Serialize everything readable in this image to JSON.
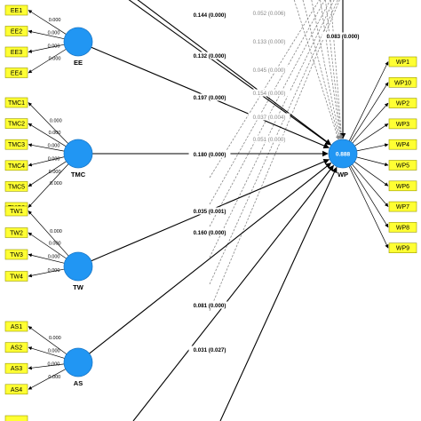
{
  "constructs": [
    {
      "id": "EE",
      "label": "EE",
      "indicators": [
        "EE1",
        "EE2",
        "EE3",
        "EE4"
      ],
      "loadings": [
        "0.000",
        "0.000",
        "0.000",
        "0.000"
      ]
    },
    {
      "id": "TMC",
      "label": "TMC",
      "indicators": [
        "TMC1",
        "TMC2",
        "TMC3",
        "TMC4",
        "TMC5",
        "TMC6"
      ],
      "loadings": [
        "0.000",
        "0.000",
        "0.000",
        "0.000",
        "0.000",
        "0.000"
      ]
    },
    {
      "id": "TW",
      "label": "TW",
      "indicators": [
        "TW1",
        "TW2",
        "TW3",
        "TW4"
      ],
      "loadings": [
        "0.000",
        "0.000",
        "0.000",
        "0.000"
      ]
    },
    {
      "id": "AS",
      "label": "AS",
      "indicators": [
        "AS1",
        "AS2",
        "AS3",
        "AS4"
      ],
      "loadings": [
        "0.000",
        "0.000",
        "0.000",
        "0.000"
      ]
    }
  ],
  "target": {
    "id": "WP",
    "label": "WP",
    "r2": "0.888",
    "indicators": [
      "WP1",
      "WP10",
      "WP2",
      "WP3",
      "WP4",
      "WP5",
      "WP6",
      "WP7",
      "WP8",
      "WP9"
    ]
  },
  "paths": [
    {
      "label": "0.144 (0.000)",
      "style": "solid"
    },
    {
      "label": "0.132 (0.000)",
      "style": "solid"
    },
    {
      "label": "0.197 (0.000)",
      "style": "solid"
    },
    {
      "label": "0.180 (0.000)",
      "style": "solid"
    },
    {
      "label": "0.035 (0.001)",
      "style": "solid"
    },
    {
      "label": "0.160 (0.000)",
      "style": "solid"
    },
    {
      "label": "0.081 (0.000)",
      "style": "solid"
    },
    {
      "label": "0.031 (0.027)",
      "style": "solid"
    },
    {
      "label": "0.083 (0.000)",
      "style": "solid"
    },
    {
      "label": "0.052 (0.006)",
      "style": "dashed"
    },
    {
      "label": "0.133 (0.000)",
      "style": "dashed"
    },
    {
      "label": "0.045 (0.000)",
      "style": "dashed"
    },
    {
      "label": "0.154 (0.000)",
      "style": "dashed"
    },
    {
      "label": "0.037 (0.004)",
      "style": "dashed"
    },
    {
      "label": "0.051 (0.000)",
      "style": "dashed"
    }
  ]
}
